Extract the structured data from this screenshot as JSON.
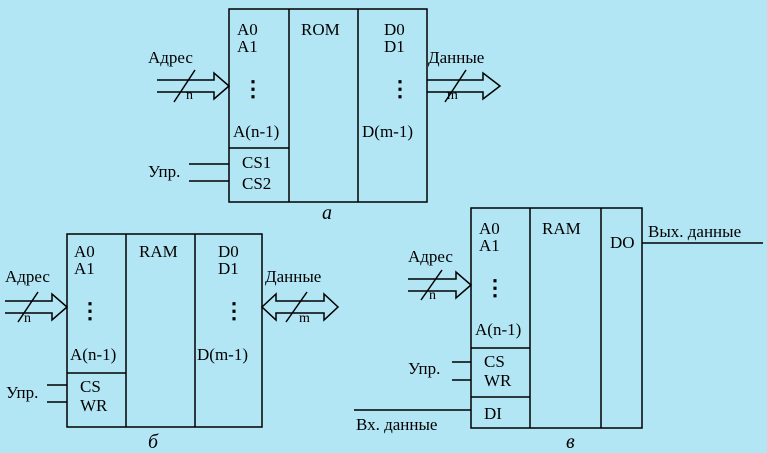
{
  "diagram_a": {
    "caption": "а",
    "center_label": "ROM",
    "addr_lines": [
      "A0",
      "A1"
    ],
    "addr_last": "A(n-1)",
    "data_lines": [
      "D0",
      "D1"
    ],
    "data_last": "D(m-1)",
    "ctrl_lines": [
      "CS1",
      "CS2"
    ],
    "addr_bus_label": "Адрес",
    "addr_bus_width": "n",
    "data_bus_label": "Данные",
    "data_bus_width": "m",
    "ctrl_label": "Упр."
  },
  "diagram_b": {
    "caption": "б",
    "center_label": "RAM",
    "addr_lines": [
      "A0",
      "A1"
    ],
    "addr_last": "A(n-1)",
    "data_lines": [
      "D0",
      "D1"
    ],
    "data_last": "D(m-1)",
    "ctrl_lines": [
      "CS",
      "WR"
    ],
    "addr_bus_label": "Адрес",
    "addr_bus_width": "n",
    "data_bus_label": "Данные",
    "data_bus_width": "m",
    "ctrl_label": "Упр."
  },
  "diagram_c": {
    "caption": "в",
    "center_label": "RAM",
    "addr_lines": [
      "A0",
      "A1"
    ],
    "addr_last": "A(n-1)",
    "data_out_label": "DO",
    "data_in_label": "DI",
    "ctrl_lines": [
      "CS",
      "WR"
    ],
    "addr_bus_label": "Адрес",
    "addr_bus_width": "n",
    "out_label": "Вых. данные",
    "in_label": "Вх. данные",
    "ctrl_label": "Упр."
  },
  "dots": "⋮",
  "colors": {
    "background": "#b3e6f5",
    "line": "#000000"
  }
}
